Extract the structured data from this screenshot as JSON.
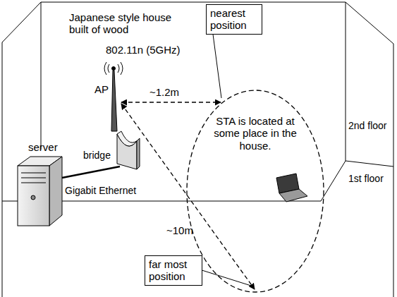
{
  "diagram": {
    "nodes": [
      {
        "text": [
          "nearest position"
        ]
      },
      {
        "text": [
          "STA is located at some place in the house."
        ]
      },
      {
        "text": [
          "far most position"
        ]
      }
    ],
    "labels": [
      "Japanese style house built of wood",
      "802.11n (5GHz)",
      "AP",
      "~1.2m",
      "2nd floor",
      "server",
      "bridge",
      "1st floor",
      "Gigabit Ethernet",
      "~10m"
    ]
  }
}
